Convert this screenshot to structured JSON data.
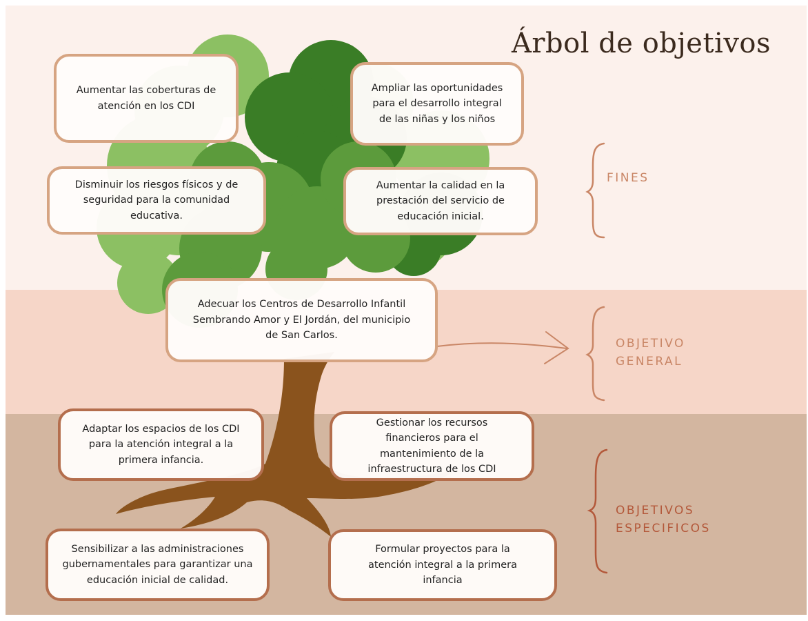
{
  "title": "Árbol de objetivos",
  "sections": {
    "fines": "FINES",
    "objetivo_general": "OBJETIVO\nGENERAL",
    "objetivos_especificos": "OBJETIVOS\nESPECIFICOS"
  },
  "fines": [
    "Aumentar las coberturas de\natención en los CDI",
    "Ampliar las oportunidades\npara el desarrollo integral\nde las niñas y los niños",
    "Disminuir los riesgos físicos y de\nseguridad para la comunidad\neducativa.",
    "Aumentar la calidad en la\nprestación del servicio de\neducación inicial."
  ],
  "objetivo_general": "Adecuar los Centros de Desarrollo Infantil\nSembrando Amor y El Jordán, del municipio\nde San Carlos.",
  "objetivos_especificos": [
    "Adaptar los espacios de los CDI\npara la atención integral a la\nprimera infancia.",
    "Gestionar los recursos\nfinancieros para el\nmantenimiento de la\ninfraestructura de los CDI",
    "Sensibilizar a las administraciones\ngubernamentales para garantizar una\neducación inicial de calidad.",
    "Formular proyectos para la\natención integral a la primera\ninfancia"
  ],
  "colors": {
    "band_fines": "#fcf1ec",
    "band_general": "#f6d6c8",
    "band_specific": "#d3b6a0",
    "foliage_light": "#8cc063",
    "foliage_mid": "#5c9b3c",
    "foliage_dark": "#3a7d26",
    "trunk": "#8a531d",
    "box_border": "#d6a482",
    "box_border_dark": "#b46e4d",
    "label": "#c98666",
    "label_dark": "#b3583a"
  }
}
